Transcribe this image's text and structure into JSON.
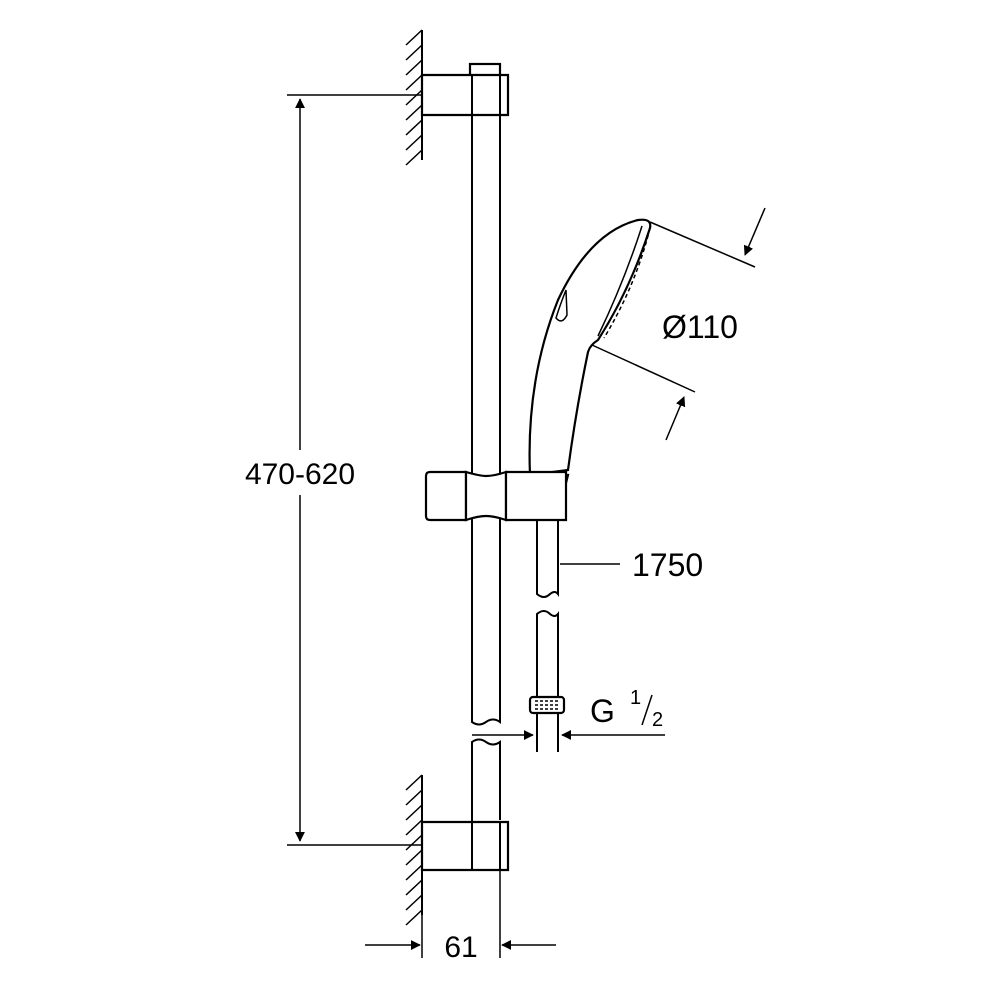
{
  "drawing": {
    "dimensions": {
      "rail_spacing": "470-620",
      "handshower_diameter": "Ø110",
      "hose_length": "1750",
      "thread_main": "G",
      "thread_num": "1",
      "thread_den": "2",
      "wall_offset": "61"
    },
    "colors": {
      "line": "#000000",
      "background": "#ffffff"
    }
  }
}
